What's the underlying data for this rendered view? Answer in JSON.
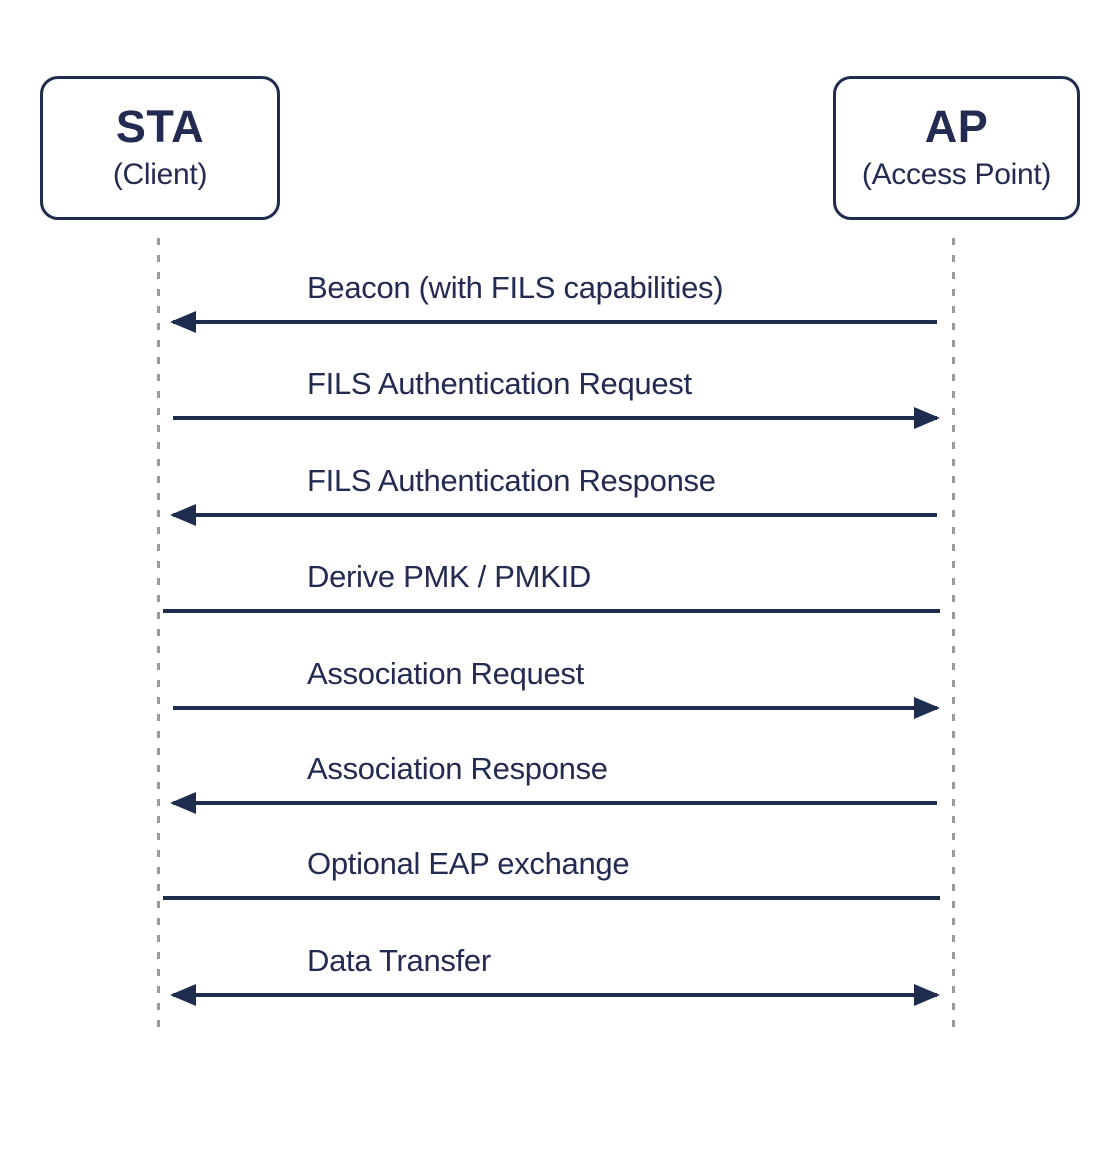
{
  "colors": {
    "line": "#1e2c4e",
    "text": "#232b52",
    "lifeline": "#9b9b9b",
    "bg": "#ffffff"
  },
  "actors": [
    {
      "name": "STA",
      "subtitle": "(Client)"
    },
    {
      "name": "AP",
      "subtitle": "(Access Point)"
    }
  ],
  "messages": [
    {
      "label": "Beacon (with FILS capabilities)",
      "direction": "left"
    },
    {
      "label": "FILS Authentication Request",
      "direction": "right"
    },
    {
      "label": "FILS Authentication Response",
      "direction": "left"
    },
    {
      "label": "Derive PMK / PMKID",
      "direction": "none"
    },
    {
      "label": "Association Request",
      "direction": "right"
    },
    {
      "label": "Association Response",
      "direction": "left"
    },
    {
      "label": "Optional EAP exchange",
      "direction": "none"
    },
    {
      "label": "Data Transfer",
      "direction": "both"
    }
  ]
}
